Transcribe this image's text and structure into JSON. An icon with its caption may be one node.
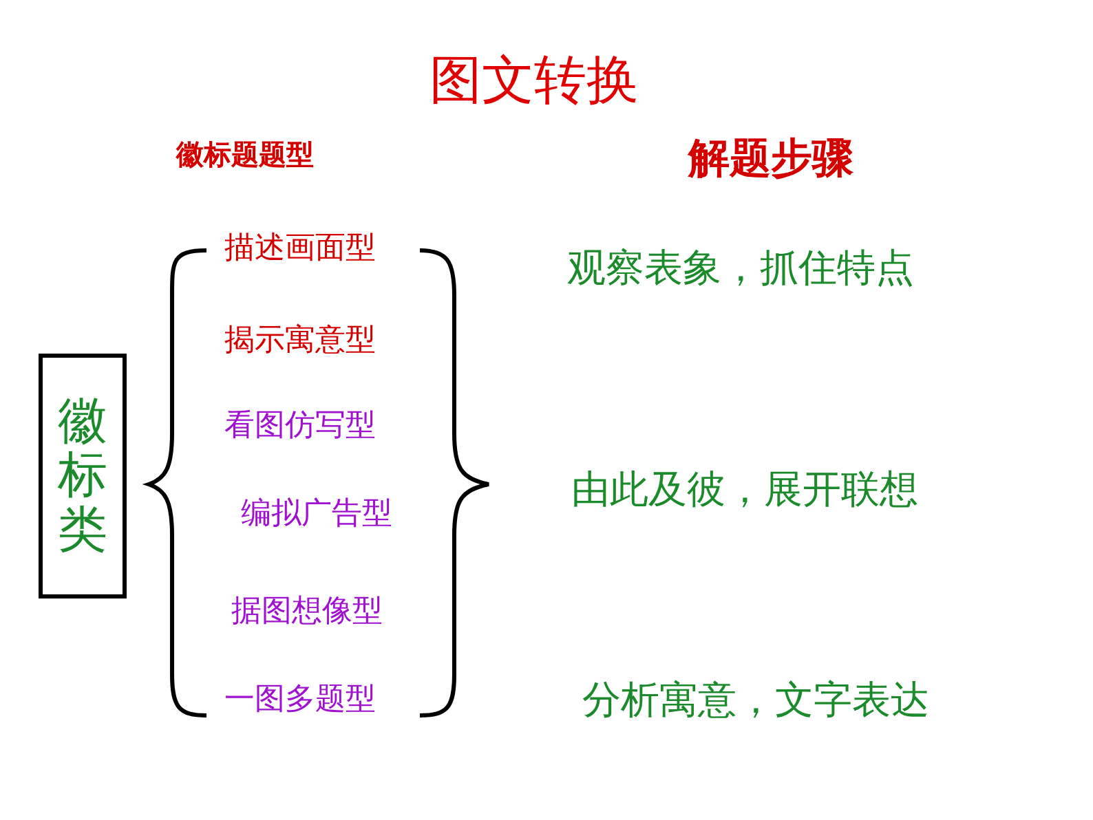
{
  "diagram": {
    "title": "图文转换",
    "nodes": [
      {
        "text": [
          "徽标类"
        ]
      }
    ],
    "labels": [
      "徽标题题型",
      "解题步骤",
      "描述画面型",
      "观察表象，抓住特点",
      "揭示寓意型",
      "看图仿写型",
      "编拟广告型",
      "由此及彼，展开联想",
      "据图想像型",
      "一图多题型",
      "分析寓意，文字表达"
    ]
  }
}
